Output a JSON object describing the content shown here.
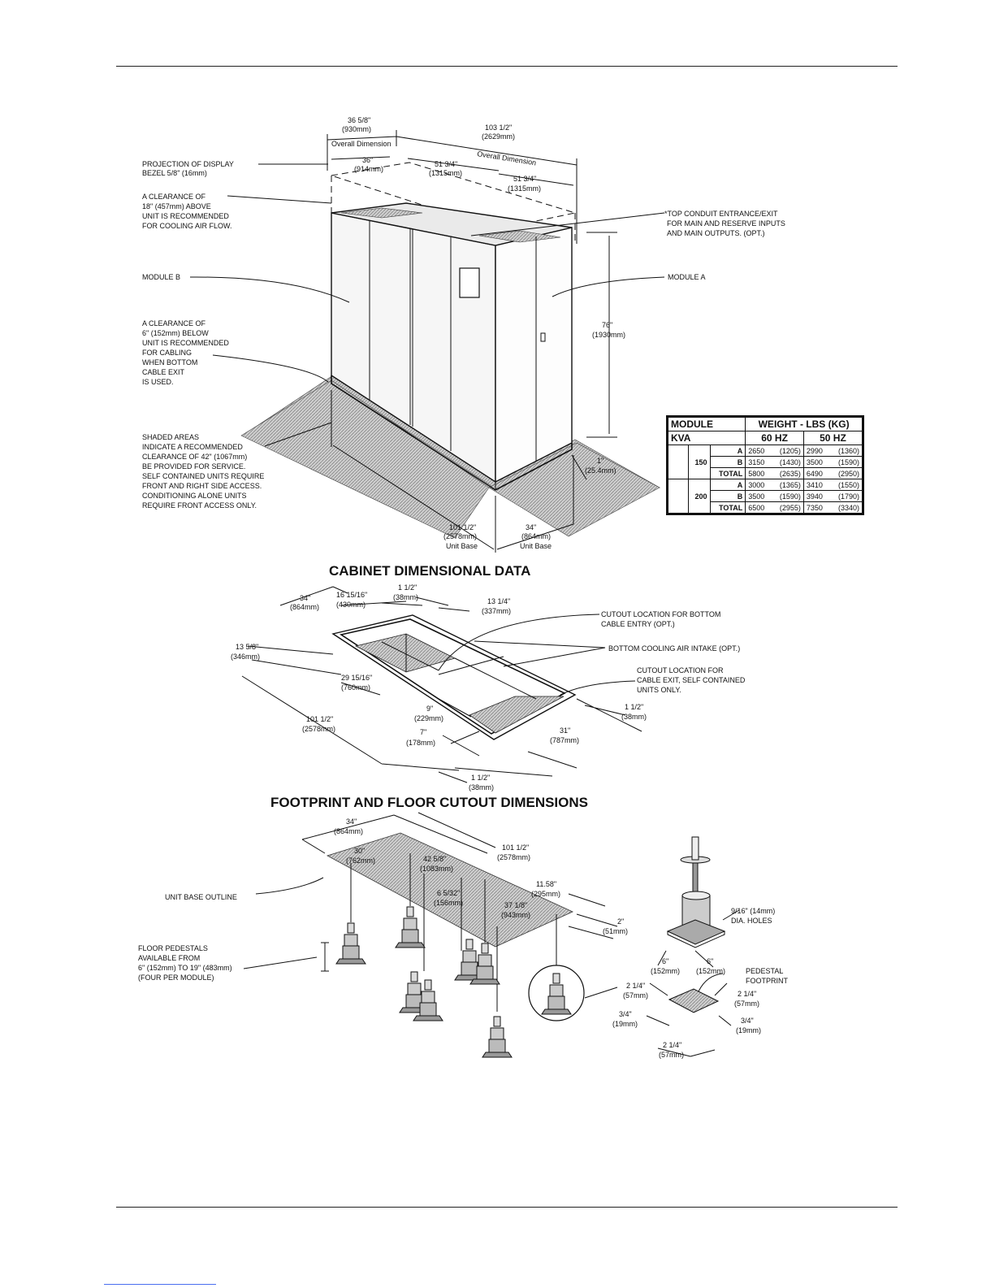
{
  "cabinet": {
    "title": "CABINET DIMENSIONAL DATA",
    "dims": {
      "overall_depth": "36 5/8\"",
      "overall_depth_mm": "(930mm)",
      "overall_depth_label": "Overall Dimension",
      "overall_width": "103 1/2\"",
      "overall_width_mm": "(2629mm)",
      "overall_width_label": "Overall Dimension",
      "depth": "36\"",
      "depth_mm": "(914mm)",
      "module_w1": "51 3/4\"",
      "module_w1_mm": "(1315mm)",
      "module_w2": "51 3/4\"",
      "module_w2_mm": "(1315mm)",
      "height": "76\"",
      "height_mm": "(1930mm)",
      "base_w": "101 1/2\"",
      "base_w_mm": "(2578mm)",
      "base_w_label": "Unit Base",
      "base_d": "34\"",
      "base_d_mm": "(864mm)",
      "base_d_label": "Unit Base",
      "plinth": "1\"",
      "plinth_mm": "(25.4mm)"
    },
    "callouts": {
      "bezel": [
        "PROJECTION OF DISPLAY",
        "BEZEL 5/8\" (16mm)"
      ],
      "top_clear": [
        "A CLEARANCE OF",
        "18\" (457mm) ABOVE",
        "UNIT IS RECOMMENDED",
        "FOR COOLING AIR FLOW."
      ],
      "module_b": "MODULE B",
      "module_a": "MODULE A",
      "conduit": [
        "*TOP CONDUIT ENTRANCE/EXIT",
        "FOR MAIN AND RESERVE INPUTS",
        "AND MAIN OUTPUTS. (OPT.)"
      ],
      "bottom_clear": [
        "A CLEARANCE OF",
        "6\" (152mm) BELOW",
        "UNIT IS RECOMMENDED",
        "FOR CABLING",
        "WHEN BOTTOM",
        "CABLE EXIT",
        "IS USED."
      ],
      "shaded": [
        "SHADED AREAS",
        "INDICATE A RECOMMENDED",
        "CLEARANCE OF 42\" (1067mm)",
        "BE PROVIDED FOR SERVICE.",
        "SELF CONTAINED UNITS REQUIRE",
        "FRONT AND RIGHT SIDE ACCESS.",
        "CONDITIONING ALONE UNITS",
        "REQUIRE FRONT ACCESS ONLY."
      ]
    }
  },
  "weight_table": {
    "h_module": "MODULE",
    "h_weight": "WEIGHT - LBS (KG)",
    "h_kva": "KVA",
    "h_60": "60 HZ",
    "h_50": "50 HZ",
    "groups": [
      {
        "kva": "150",
        "rows": [
          {
            "m": "A",
            "w60": "2650",
            "k60": "(1205)",
            "w50": "2990",
            "k50": "(1360)"
          },
          {
            "m": "B",
            "w60": "3150",
            "k60": "(1430)",
            "w50": "3500",
            "k50": "(1590)"
          },
          {
            "m": "TOTAL",
            "w60": "5800",
            "k60": "(2635)",
            "w50": "6490",
            "k50": "(2950)"
          }
        ]
      },
      {
        "kva": "200",
        "rows": [
          {
            "m": "A",
            "w60": "3000",
            "k60": "(1365)",
            "w50": "3410",
            "k50": "(1550)"
          },
          {
            "m": "B",
            "w60": "3500",
            "k60": "(1590)",
            "w50": "3940",
            "k50": "(1790)"
          },
          {
            "m": "TOTAL",
            "w60": "6500",
            "k60": "(2955)",
            "w50": "7350",
            "k50": "(3340)"
          }
        ]
      }
    ]
  },
  "footprint": {
    "title": "FOOTPRINT AND FLOOR CUTOUT DIMENSIONS",
    "dims": {
      "d34": "34\"",
      "d34_mm": "(864mm)",
      "d16": "16 15/16\"",
      "d16_mm": "(430mm)",
      "d1a": "1 1/2\"",
      "d1a_mm": "(38mm)",
      "d13": "13 1/4\"",
      "d13_mm": "(337mm)",
      "d135": "13 5/8\"",
      "d135_mm": "(346mm)",
      "d29": "29 15/16\"",
      "d29_mm": "(760mm)",
      "d101": "101 1/2\"",
      "d101_mm": "(2578mm)",
      "d9": "9\"",
      "d9_mm": "(229mm)",
      "d7": "7\"",
      "d7_mm": "(178mm)",
      "d1b": "1 1/2\"",
      "d1b_mm": "(38mm)",
      "d31": "31\"",
      "d31_mm": "(787mm)",
      "d1c": "1 1/2\"",
      "d1c_mm": "(38mm)"
    },
    "callouts": {
      "cutout_entry": [
        "CUTOUT LOCATION FOR BOTTOM",
        "CABLE ENTRY  (OPT.)"
      ],
      "cooling": "BOTTOM COOLING AIR INTAKE  (OPT.)",
      "cutout_exit": [
        "CUTOUT LOCATION FOR",
        "CABLE EXIT, SELF CONTAINED",
        "UNITS ONLY."
      ]
    }
  },
  "pedestal": {
    "dims": {
      "w34": "34\"",
      "w34_mm": "(864mm)",
      "w101": "101 1/2\"",
      "w101_mm": "(2578mm)",
      "w30": "30\"",
      "w30_mm": "(762mm)",
      "w42": "42 5/8\"",
      "w42_mm": "(1083mm)",
      "w1158": "11.58\"",
      "w1158_mm": "(295mm)",
      "w6": "6 5/32\"",
      "w6_mm": "(156mm)",
      "w37": "37 1/8\"",
      "w37_mm": "(943mm)",
      "w2": "2\"",
      "w2_mm": "(51mm)",
      "holes": [
        "9/16\" (14mm)",
        "DIA. HOLES"
      ],
      "p6a": "6\"",
      "p6a_mm": "(152mm)",
      "p6b": "6\"",
      "p6b_mm": "(152mm)",
      "f214a": "2 1/4\"",
      "f214a_mm": "(57mm)",
      "f214b": "2 1/4\"",
      "f214b_mm": "(57mm)",
      "f214c": "2 1/4\"",
      "f214c_mm": "(57mm)",
      "f34a": "3/4\"",
      "f34a_mm": "(19mm)",
      "f34b": "3/4\"",
      "f34b_mm": "(19mm)"
    },
    "callouts": {
      "outline": "UNIT BASE OUTLINE",
      "pedestals": [
        "FLOOR PEDESTALS",
        "AVAILABLE FROM",
        "6\" (152mm) TO 19\" (483mm)",
        "(FOUR PER MODULE)"
      ],
      "footprint": [
        "PEDESTAL",
        "FOOTPRINT"
      ]
    }
  }
}
